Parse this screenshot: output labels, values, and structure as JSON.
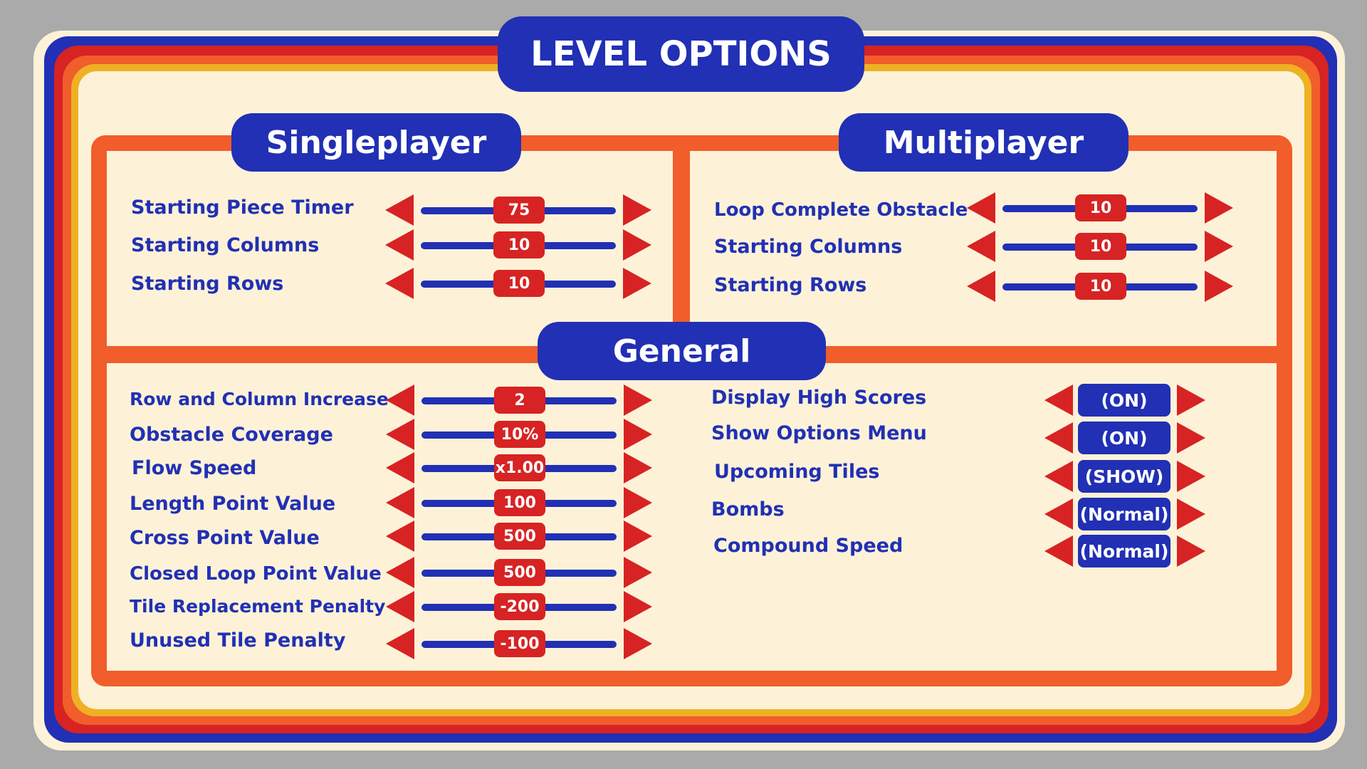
{
  "title": "LEVEL OPTIONS",
  "singleplayer": {
    "header": "Singleplayer",
    "options": [
      {
        "label": "Starting Piece Timer",
        "value": "75"
      },
      {
        "label": "Starting Columns",
        "value": "10"
      },
      {
        "label": "Starting Rows",
        "value": "10"
      }
    ]
  },
  "multiplayer": {
    "header": "Multiplayer",
    "options": [
      {
        "label": "Loop Complete Obstacle",
        "value": "10"
      },
      {
        "label": "Starting Columns",
        "value": "10"
      },
      {
        "label": "Starting Rows",
        "value": "10"
      }
    ]
  },
  "general": {
    "header": "General",
    "options": [
      {
        "label": "Row and Column Increase",
        "value": "2"
      },
      {
        "label": "Obstacle Coverage",
        "value": "10%"
      },
      {
        "label": "Flow Speed",
        "value": "x1.00"
      },
      {
        "label": "Length Point Value",
        "value": "100"
      },
      {
        "label": "Cross Point Value",
        "value": "500"
      },
      {
        "label": "Closed Loop Point Value",
        "value": "500"
      },
      {
        "label": "Tile Replacement Penalty",
        "value": "-200"
      },
      {
        "label": "Unused Tile Penalty",
        "value": "-100"
      }
    ],
    "toggles": [
      {
        "label": "Display High Scores",
        "value": "(ON)"
      },
      {
        "label": "Show Options Menu",
        "value": "(ON)"
      },
      {
        "label": "Upcoming Tiles",
        "value": "(SHOW)"
      },
      {
        "label": "Bombs",
        "value": "(Normal)"
      },
      {
        "label": "Compound Speed",
        "value": "(Normal)"
      }
    ]
  },
  "colors": {
    "primary_blue": "#2130b4",
    "accent_red": "#d72323",
    "panel_orange": "#f15d2b",
    "stripe_yellow": "#efb124",
    "background_cream": "#fdf2d8"
  },
  "icons": {
    "decrease": "left-triangle-arrow-icon",
    "increase": "right-triangle-arrow-icon"
  }
}
